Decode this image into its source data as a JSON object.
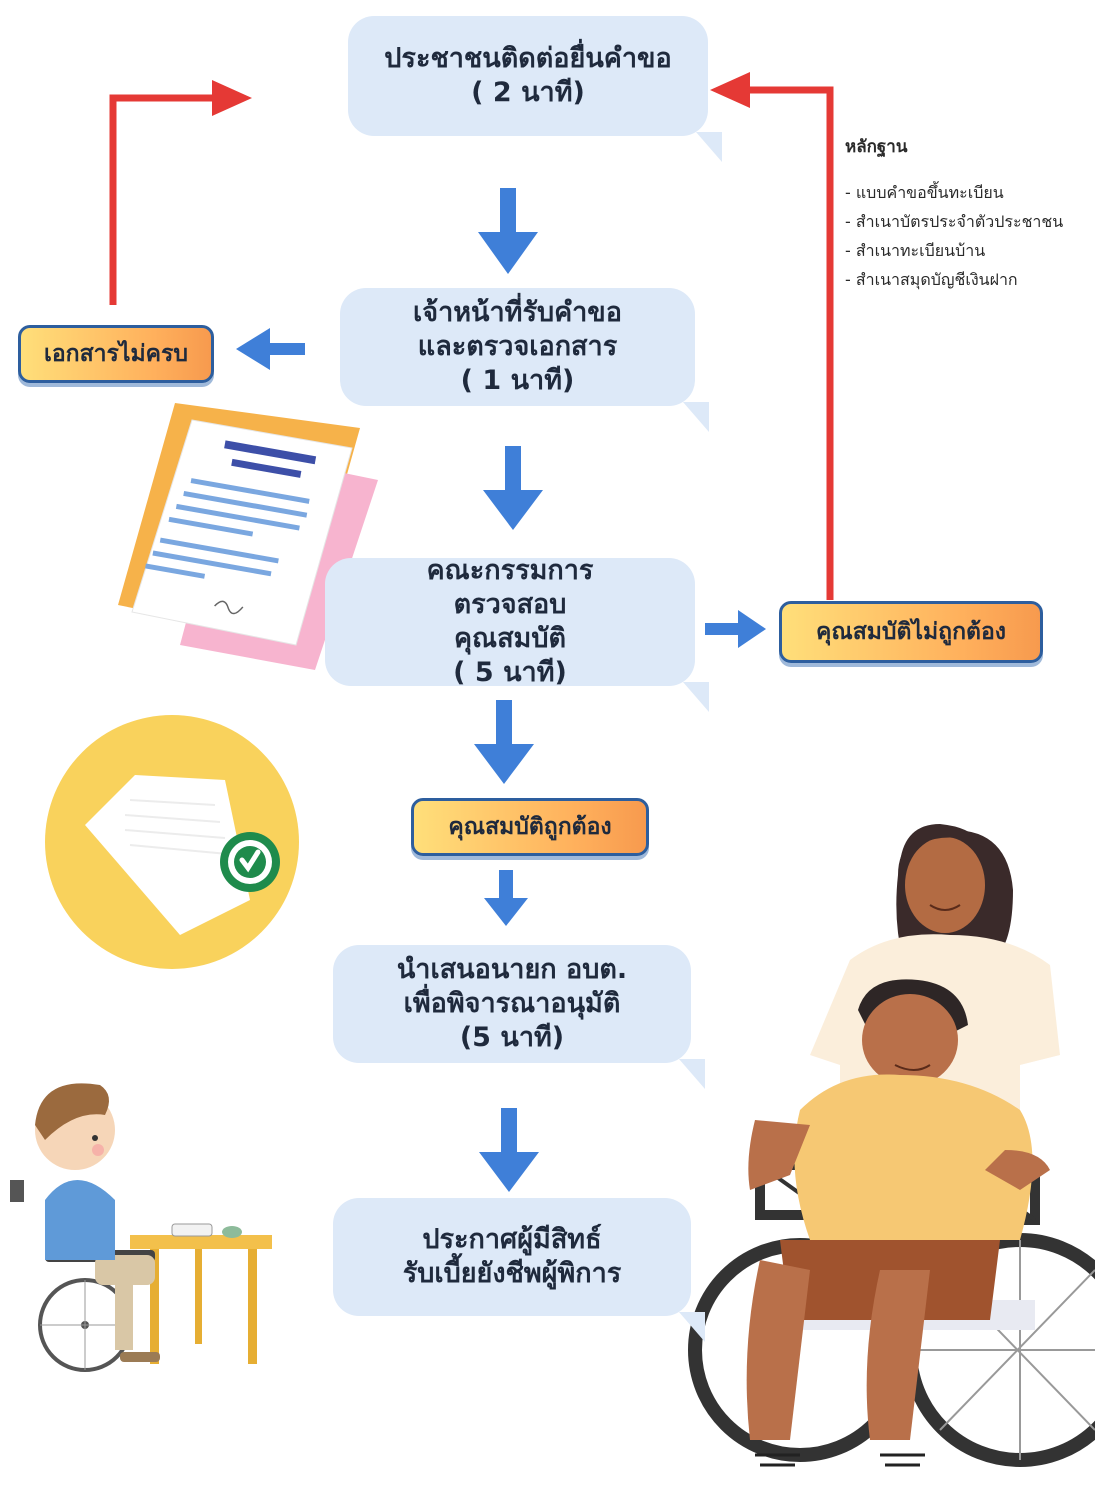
{
  "steps": [
    {
      "line1": "ประชาชนติดต่อยื่นคำขอ",
      "line2": "( 2 นาที)"
    },
    {
      "line1": "เจ้าหน้าที่รับคำขอ",
      "line2": "และตรวจเอกสาร",
      "line3": "( 1 นาที)"
    },
    {
      "line1": "คณะกรรมการ",
      "line2": "ตรวจสอบ",
      "line3": "คุณสมบัติ",
      "line4": "( 5 นาที)"
    },
    {
      "line1": "นำเสนอนายก อบต.",
      "line2": "เพื่อพิจารณาอนุมัติ",
      "line3": "(5 นาที)"
    },
    {
      "line1": "ประกาศผู้มีสิทธ์",
      "line2": "รับเบี้ยยังชีพผู้พิการ"
    }
  ],
  "tags": {
    "incomplete_docs": "เอกสารไม่ครบ",
    "not_qualified": "คุณสมบัติไม่ถูกต้อง",
    "qualified": "คุณสมบัติถูกต้อง"
  },
  "evidence": {
    "title": "หลักฐาน",
    "items": [
      "- แบบคำขอขึ้นทะเบียน",
      "- สำเนาบัตรประจำตัวประชาชน",
      "- สำเนาทะเบียนบ้าน",
      "- สำเนาสมุดบัญชีเงินฝาก"
    ]
  },
  "colors": {
    "bubble": "#dde9f8",
    "flow_arrow": "#3f7fd8",
    "return_arrow": "#e53935",
    "tag_border": "#2d5e9e",
    "tag_fill_start": "#ffdf7a",
    "tag_fill_end": "#f79a4e"
  },
  "icons": [
    "document-illustration",
    "approved-document-icon",
    "check-icon",
    "child-wheelchair-illustration",
    "caregiver-wheelchair-illustration"
  ]
}
